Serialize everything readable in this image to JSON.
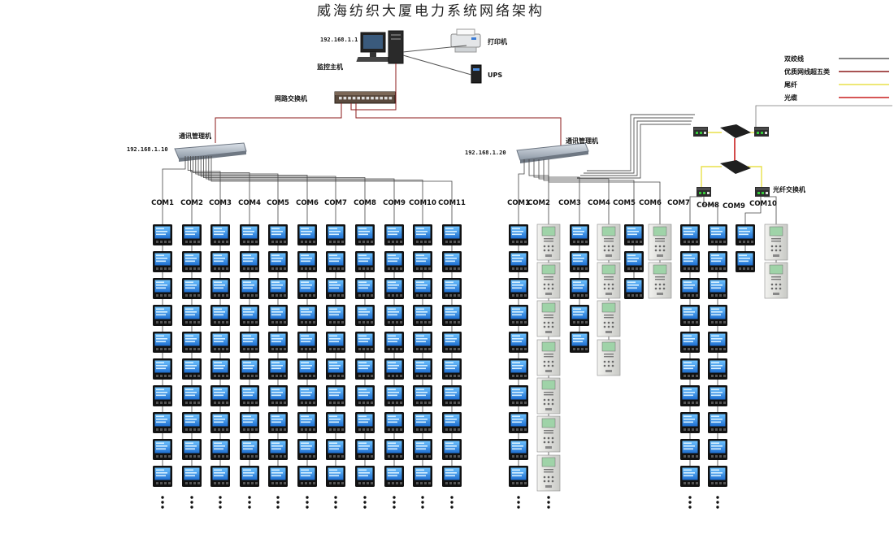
{
  "title": "威海纺织大厦电力系统网络架构",
  "legend": [
    {
      "label": "双绞线",
      "color": "#5a5a5a"
    },
    {
      "label": "优质网线超五类",
      "color": "#8b1a1a"
    },
    {
      "label": "尾纤",
      "color": "#e8e04a"
    },
    {
      "label": "光缆",
      "color": "#c81e1e"
    }
  ],
  "top_devices": {
    "host_ip": "192.168.1.1",
    "host_label": "监控主机",
    "printer_label": "打印机",
    "ups_label": "UPS",
    "switch_label": "网路交换机"
  },
  "manager_left": {
    "label": "通讯管理机",
    "ip": "192.168.1.10"
  },
  "manager_right": {
    "label": "通讯管理机",
    "ip": "192.168.1.20"
  },
  "fiber_switch_label": "光纤交换机",
  "left_ports": [
    "COM1",
    "COM2",
    "COM3",
    "COM4",
    "COM5",
    "COM6",
    "COM7",
    "COM8",
    "COM9",
    "COM10",
    "COM11"
  ],
  "right_ports": [
    "COM1",
    "COM2",
    "COM3",
    "COM4",
    "COM5",
    "COM6",
    "COM7",
    "COM8",
    "COM9",
    "COM10"
  ],
  "continuation": "⋮"
}
